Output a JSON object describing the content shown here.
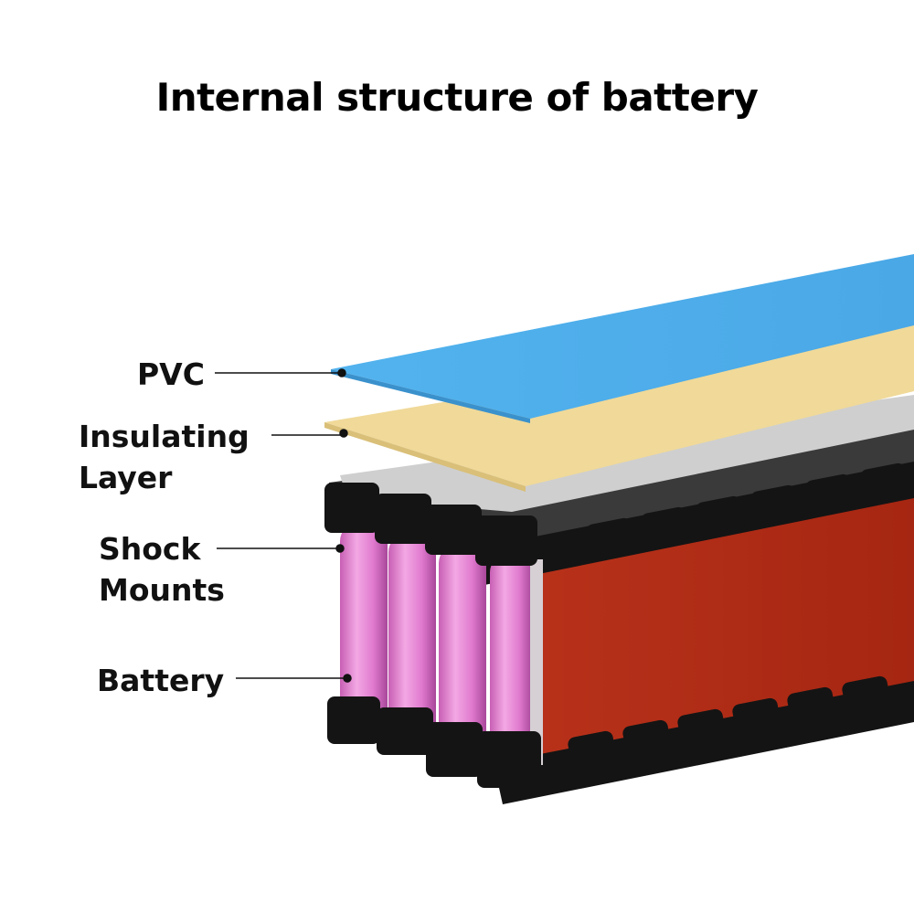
{
  "title": "Internal structure of battery",
  "labels": {
    "pvc": "PVC",
    "insulating_line1": "Insulating",
    "insulating_line2": "Layer",
    "shock_line1": "Shock",
    "shock_line2": "Mounts",
    "battery": "Battery"
  },
  "colors": {
    "pvc_sheet": "#4aaeea",
    "insulating_layer": "#f0d999",
    "cell_pink": "#e37fd0",
    "wrap_red": "#b62a14",
    "holder_black": "#141414",
    "leader_line": "#111111"
  }
}
